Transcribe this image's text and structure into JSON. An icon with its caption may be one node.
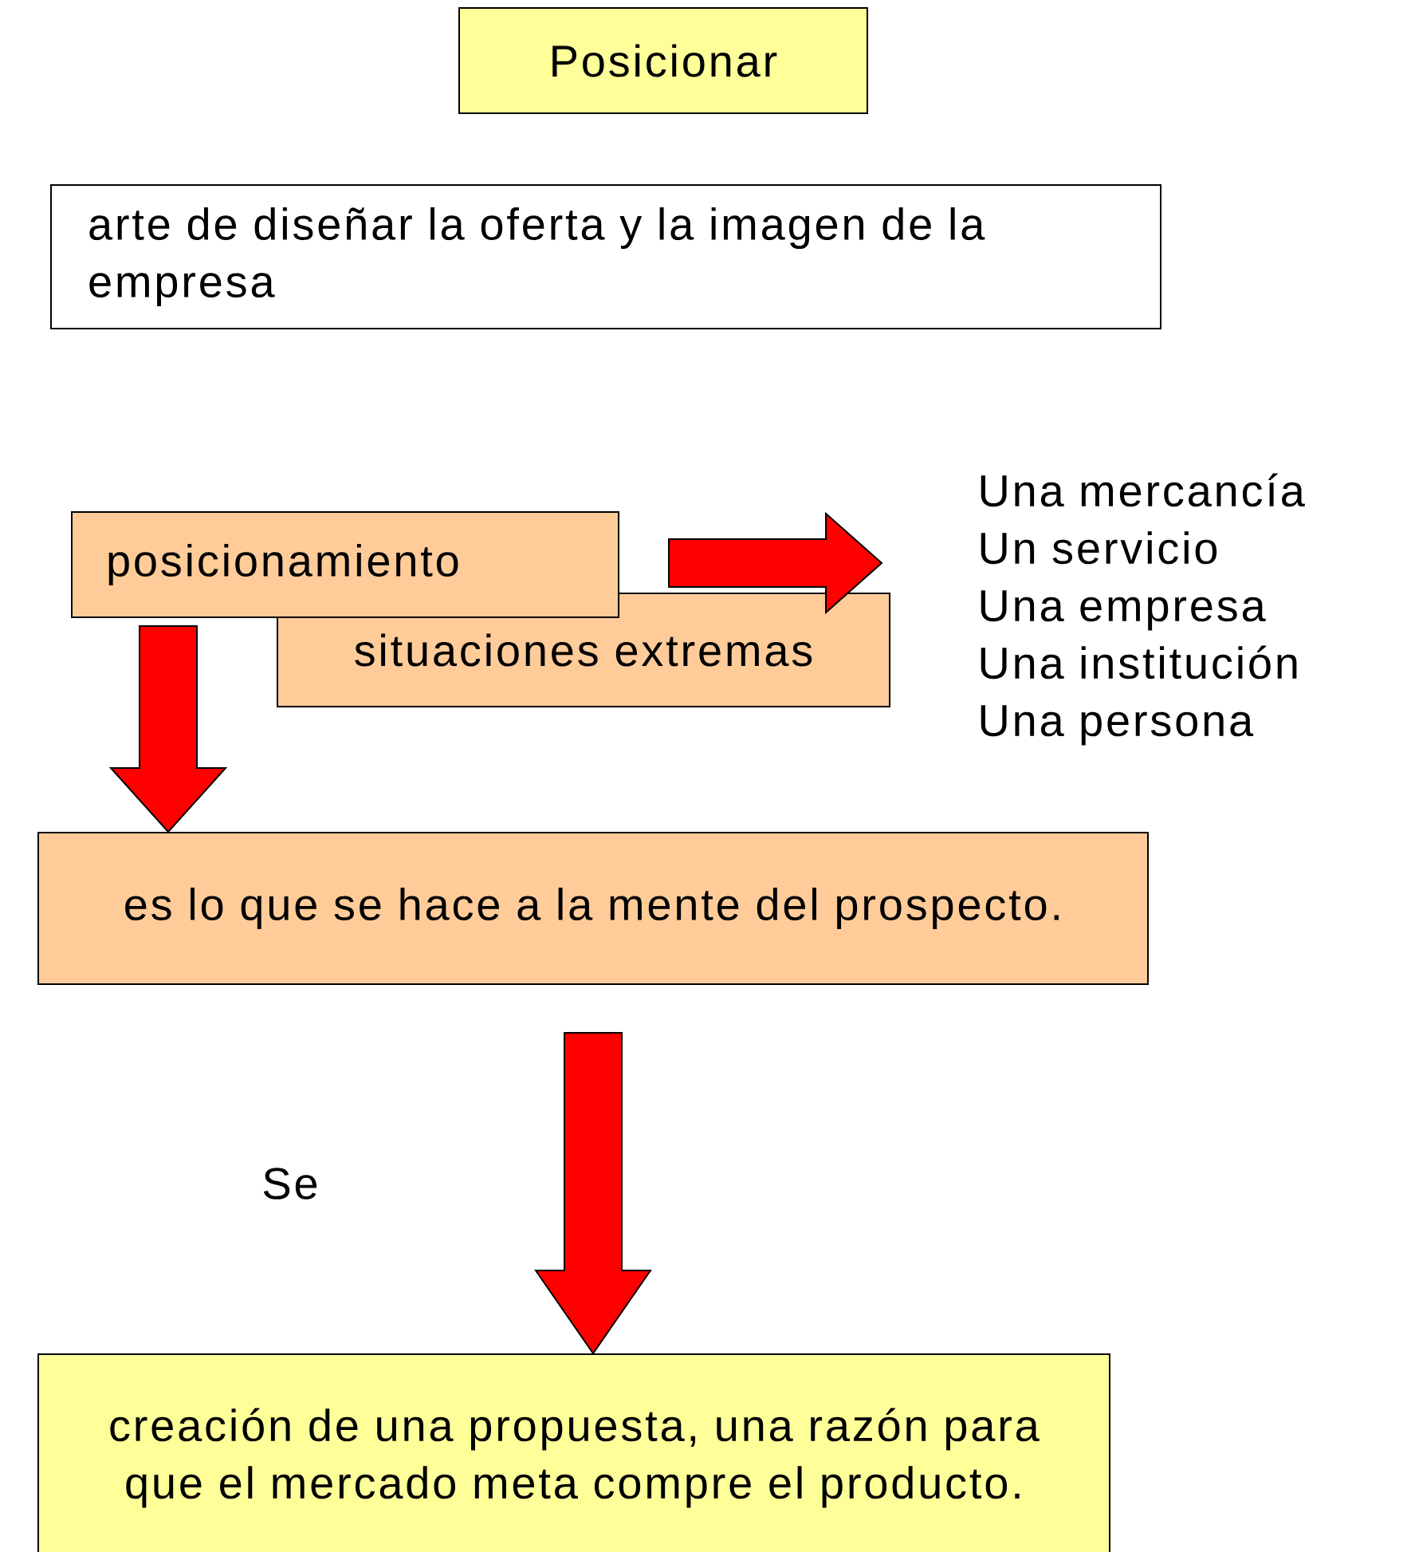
{
  "diagram": {
    "nodes": [
      {
        "text": [
          "Posicionar"
        ]
      },
      {
        "text": [
          "arte de diseñar la oferta y la imagen de la empresa"
        ]
      },
      {
        "text": [
          "posicionamiento"
        ]
      },
      {
        "text": [
          "situaciones extremas"
        ]
      },
      {
        "text": [
          "Una mercancía",
          "Un servicio",
          "Una empresa",
          "Una institución",
          "Una persona"
        ]
      },
      {
        "text": [
          "es lo que se hace a la mente del prospecto."
        ]
      },
      {
        "text": [
          "creación de una propuesta, una razón para que el mercado meta compre el producto."
        ]
      }
    ],
    "edges": [
      {
        "from": 2,
        "to": 4,
        "arrow": "to"
      },
      {
        "from": 2,
        "to": 5,
        "arrow": "to"
      },
      {
        "from": 5,
        "to": 6,
        "arrow": "to"
      }
    ],
    "labels": [
      "Se"
    ]
  }
}
